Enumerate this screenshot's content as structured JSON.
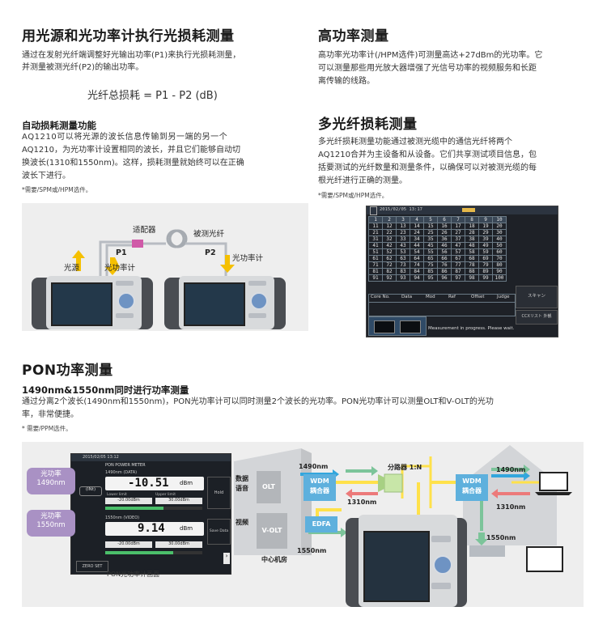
{
  "s1": {
    "title": "用光源和光功率计执行光损耗测量",
    "para1": "通过在发射光纤端调整好光输出功率(P1)来执行光损耗测量，",
    "para2": "并测量被测光纤(P2)的输出功率。",
    "formula": "光纤总损耗 = P1 - P2 (dB)",
    "sub_title": "自动损耗测量功能",
    "sub_lines": [
      "AQ1210可以将光源的波长信息传输到另一端的另一个",
      "AQ1210，为光功率计设置相同的波长，并且它们能够自动切",
      "换波长(1310和1550nm)。这样，损耗测量就始终可以在正确",
      "波长下进行。"
    ],
    "note": "*需要/SPM或/HPM选件。",
    "diagram": {
      "adapter": "适配器",
      "fiber": "被测光纤",
      "p1": "P1",
      "p2": "P2",
      "source": "光源",
      "meter_left": "光功率计",
      "meter_right": "光功率计"
    }
  },
  "s2": {
    "title": "高功率测量",
    "lines": [
      "高功率光功率计(/HPM选件)可测量高达+27dBm的光功率。它",
      "可以测量那些用光放大器增强了光信号功率的视频服务和长距",
      "离传输的线路。"
    ]
  },
  "s3": {
    "title": "多光纤损耗测量",
    "lines": [
      "多光纤损耗测量功能通过被测光缆中的通信光纤将两个",
      "AQ1210合并为主设备和从设备。它们共享测试项目信息，包",
      "括要测试的光纤数量和测量条件，以确保可以对被测光缆的每",
      "根光纤进行正确的测量。"
    ],
    "note": "*需要/SPM或/HPM选件。",
    "screen": {
      "date": "2015/02/05 13:17",
      "header_row": [
        "1",
        "2",
        "3",
        "4",
        "5",
        "6",
        "7",
        "8",
        "9",
        "10"
      ],
      "rows": [
        [
          "11",
          "12",
          "13",
          "14",
          "15",
          "16",
          "17",
          "18",
          "19",
          "20"
        ],
        [
          "21",
          "22",
          "23",
          "24",
          "25",
          "26",
          "27",
          "28",
          "29",
          "30"
        ],
        [
          "31",
          "32",
          "33",
          "34",
          "35",
          "36",
          "37",
          "38",
          "39",
          "40"
        ],
        [
          "41",
          "42",
          "43",
          "44",
          "45",
          "46",
          "47",
          "48",
          "49",
          "50"
        ],
        [
          "51",
          "52",
          "53",
          "54",
          "55",
          "56",
          "57",
          "58",
          "59",
          "60"
        ],
        [
          "61",
          "62",
          "63",
          "64",
          "65",
          "66",
          "67",
          "68",
          "69",
          "70"
        ],
        [
          "71",
          "72",
          "73",
          "74",
          "75",
          "76",
          "77",
          "78",
          "79",
          "80"
        ],
        [
          "81",
          "82",
          "83",
          "84",
          "85",
          "86",
          "87",
          "88",
          "89",
          "90"
        ],
        [
          "91",
          "92",
          "93",
          "94",
          "95",
          "96",
          "97",
          "98",
          "99",
          "100"
        ]
      ],
      "col_heads": [
        "Core No.",
        "Data",
        "Mod",
        "Ref",
        "Offset",
        "Judge"
      ],
      "side_btn1": "スキャン",
      "side_btn2": "CCXリスト 外観",
      "status": "Measurement in progress. Please wait."
    }
  },
  "s4": {
    "title": "PON功率测量",
    "sub_title": "1490nm&1550nm同时进行功率测量",
    "lines": [
      "通过分离2个波长(1490nm和1550nm)，PON光功率计可以同时测量2个波长的光功率。PON光功率计可以测量OLT和V-OLT的光功",
      "率，非常便捷。"
    ],
    "note": "* 需要/PPM选件。",
    "screen": {
      "date": "2015/02/05 13:12",
      "title": "PON POWER METER",
      "ch1": "1490nm (DATA)",
      "ch1_val": "-10.51",
      "ch1_unit": "dBm",
      "ch2": "1550nm (VIDEO)",
      "ch2_val": "9.14",
      "ch2_unit": "dBm",
      "ref1": "-20.00dBm",
      "ref2": "30.00dBm",
      "ref3": "-20.00dBm",
      "ref4": "30.00dBm",
      "lower": "Lower limit",
      "upper": "Upper limit",
      "btn_hold": "Hold",
      "btn_save": "Save Data",
      "btn_zero": "ZERO SET",
      "mode": "(INt)",
      "caption": "PON光功率计画面"
    },
    "callout1": [
      "光功率",
      "1490nm"
    ],
    "callout2": [
      "光功率",
      "1550nm"
    ],
    "network": {
      "data": "数据",
      "voice": "语音",
      "video": "视频",
      "olt": "OLT",
      "volt": "V-OLT",
      "wdm1": [
        "WDM",
        "耦合器"
      ],
      "wdm2": [
        "WDM",
        "耦合器"
      ],
      "edfa": "EDFA",
      "splitter": "分路器 1:N",
      "center": "中心机房",
      "w1490a": "1490nm",
      "w1310a": "1310nm",
      "w1550a": "1550nm",
      "w1490b": "1490nm",
      "w1310b": "1310nm",
      "w1550b": "1550nm"
    },
    "colors": {
      "blue": "#33a6dd",
      "green": "#7cc49a",
      "red": "#ec7a7a",
      "yellow": "#ffe14a",
      "callout": "#a991c4",
      "box": "#5eb0dd"
    }
  }
}
